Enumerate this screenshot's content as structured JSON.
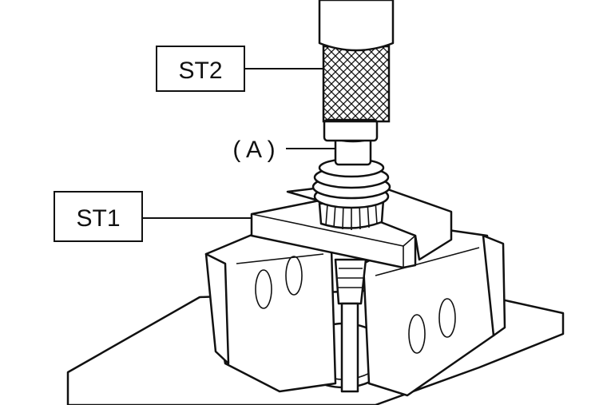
{
  "labels": {
    "st2": "ST2",
    "st1": "ST1",
    "a": "( A )"
  }
}
